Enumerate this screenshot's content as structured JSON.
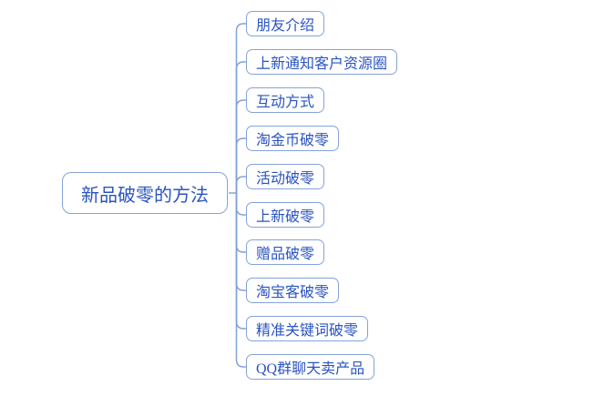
{
  "colors": {
    "background": "#ffffff",
    "node_border": "#84a3d9",
    "node_text": "#2b54c1",
    "connector": "#84a3d9"
  },
  "mindmap": {
    "root": {
      "label": "新品破零的方法"
    },
    "children": [
      {
        "label": "朋友介绍"
      },
      {
        "label": "上新通知客户资源圈"
      },
      {
        "label": "互动方式"
      },
      {
        "label": "淘金币破零"
      },
      {
        "label": "活动破零"
      },
      {
        "label": "上新破零"
      },
      {
        "label": "赠品破零"
      },
      {
        "label": "淘宝客破零"
      },
      {
        "label": "精准关键词破零"
      },
      {
        "label": "QQ群聊天卖产品"
      }
    ]
  }
}
